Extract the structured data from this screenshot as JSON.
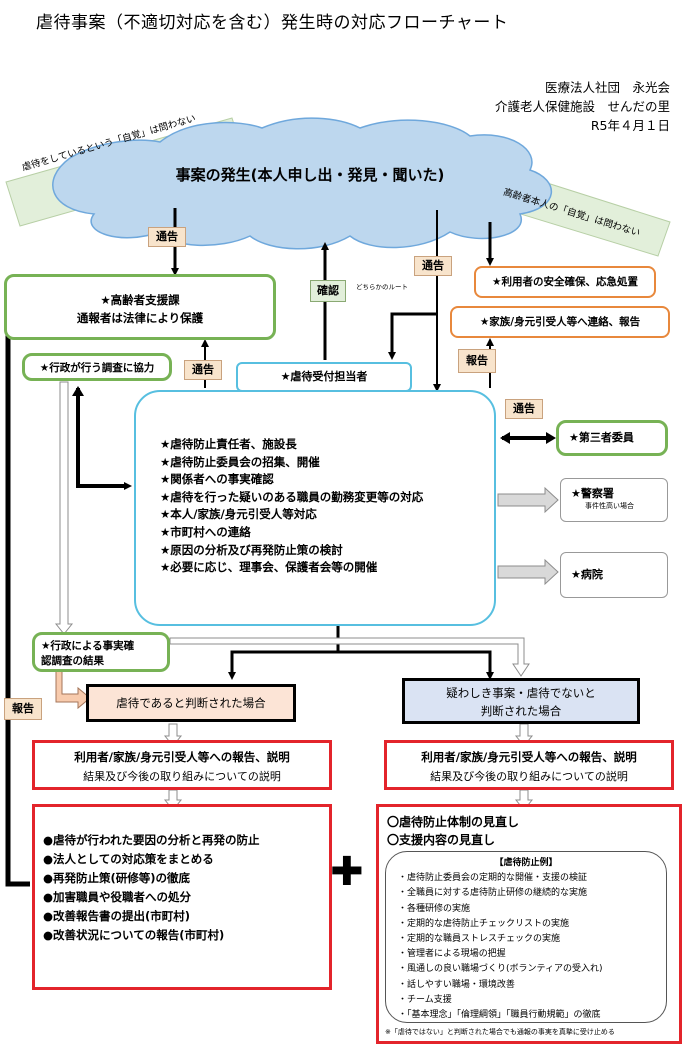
{
  "title": "虐待事案（不適切対応を含む）発生時の対応フローチャート",
  "org": {
    "line1": "医療法人社団　永光会",
    "line2": "介護老人保健施設　せんだの里",
    "line3": "R5年４月１日"
  },
  "notes": {
    "left_banner": "虐待をしているという「自覚」は問わない",
    "right_banner": "高齢者本人の「自覚」は問わない",
    "either_route": "どちらかのルート"
  },
  "cloud": {
    "text": "事案の発生(本人申し出・発見・聞いた)"
  },
  "tags": {
    "report_top": "通告",
    "confirm": "確認",
    "report_mid": "通告",
    "report_left": "通告",
    "report_right": "通告",
    "report_orange": "報告",
    "report_side": "報告"
  },
  "support": {
    "line1": "★高齢者支援課",
    "line2": "通報者は法律により保護"
  },
  "admin_cooperate": "★行政が行う調査に協力",
  "receiver": "★虐待受付担当者",
  "safety": "★利用者の安全確保、応急処置",
  "family_contact": "★家族/身元引受人等へ連絡、報告",
  "main_actions": [
    "★虐待防止責任者、施設長",
    "★虐待防止委員会の招集、開催",
    "★関係者への事実確認",
    "★虐待を行った疑いのある職員の勤務変更等の対応",
    "★本人/家族/身元引受人等対応",
    "★市町村への連絡",
    "★原因の分析及び再発防止策の検討",
    "★必要に応じ、理事会、保護者会等の開催"
  ],
  "third_party": "★第三者委員",
  "police": {
    "name": "★警察署",
    "note": "事件性高い場合"
  },
  "hospital": "★病院",
  "admin_result": {
    "line1": "★行政による事実確",
    "line2": "認調査の結果"
  },
  "judged_abuse": "虐待であると判断された場合",
  "judged_not": {
    "line1": "疑わしき事案・虐待でないと",
    "line2": "判断された場合"
  },
  "report_left": {
    "line1": "利用者/家族/身元引受人等への報告、説明",
    "line2": "結果及び今後の取り組みについての説明"
  },
  "report_right": {
    "line1": "利用者/家族/身元引受人等への報告、説明",
    "line2": "結果及び今後の取り組みについての説明"
  },
  "left_measures": [
    "●虐待が行われた要因の分析と再発の防止",
    "●法人としての対応策をまとめる",
    "●再発防止策(研修等)の徹底",
    "●加害職員や役職者への処分",
    "●改善報告書の提出(市町村)",
    "●改善状況についての報告(市町村)"
  ],
  "right_measures": {
    "heading1": "〇虐待防止体制の見直し",
    "heading2": "〇支援内容の見直し",
    "example_title": "【虐待防止例】",
    "examples": [
      "・虐待防止委員会の定期的な開催・支援の検証",
      "・全職員に対する虐待防止研修の継続的な実施",
      "・各種研修の実施",
      "・定期的な虐待防止チェックリストの実施",
      "・定期的な職員ストレスチェックの実施",
      "・管理者による現場の把握",
      "・風通しの良い職場づくり(ボランティアの受入れ)",
      "・話しやすい職場・環境改善",
      "・チーム支援",
      "・「基本理念」「倫理綱領」「職員行動規範」の徹底"
    ],
    "footnote": "※「虐待ではない」と判断された場合でも通報の事実を真摯に受け止める"
  },
  "plus": "✚"
}
